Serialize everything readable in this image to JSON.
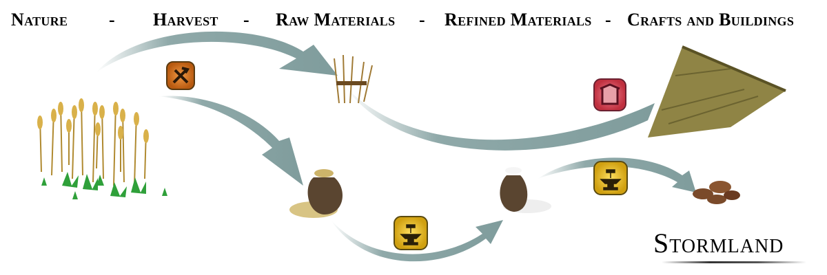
{
  "header": {
    "stages": [
      "Nature",
      "Harvest",
      "Raw Materials",
      "Refined Materials",
      "Crafts and Buildings"
    ],
    "separator": "-"
  },
  "logo": {
    "text": "Stormland"
  },
  "colors": {
    "arrow": "#8fa9a9",
    "harvest_icon": "#d9731e",
    "building_icon": "#d94a5a",
    "craft_icon": "#e8c21a"
  }
}
